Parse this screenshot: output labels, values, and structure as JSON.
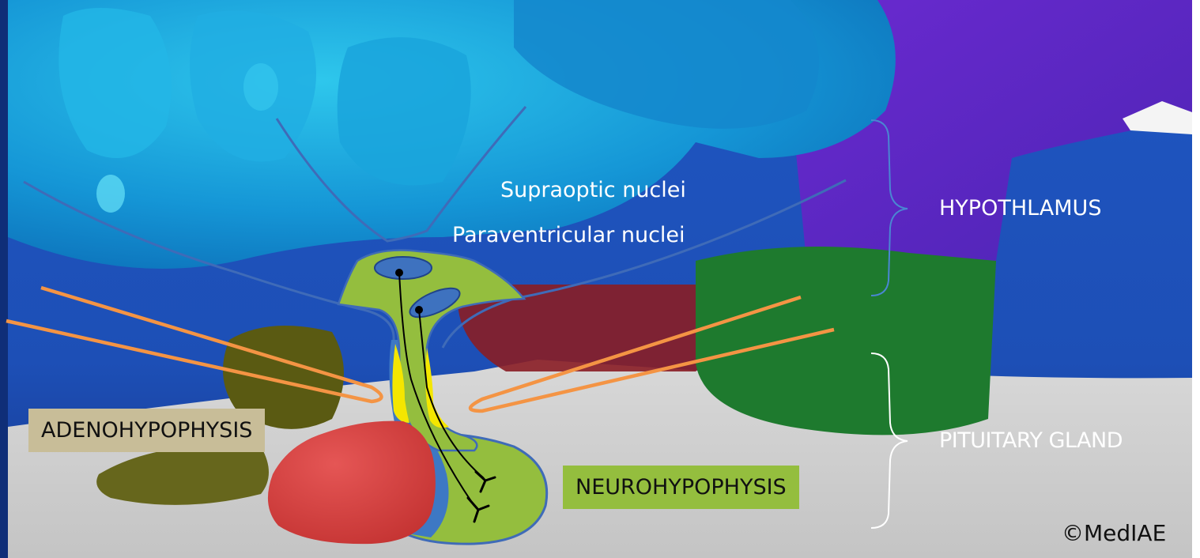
{
  "labels": {
    "supraoptic": "Supraoptic nuclei",
    "paraventricular": "Paraventricular nuclei",
    "hypothalamus": "HYPOTHLAMUS",
    "pituitary": "PITUITARY GLAND",
    "adenohypophysis": "ADENOHYPOPHYSIS",
    "neurohypophysis": "NEUROHYPOPHYSIS",
    "copyright": "©MedIAE"
  },
  "colors": {
    "anterior_lobe": "#d2403f",
    "posterior_lobe": "#94be3e",
    "infundibulum_sheath": "#3d78c4",
    "pars_intermedia": "#f4e600",
    "outline_blue": "#3f6bb8",
    "orange_lines": "#f49444",
    "adeno_box": "#c8bd98",
    "neuro_box": "#94be3e"
  }
}
